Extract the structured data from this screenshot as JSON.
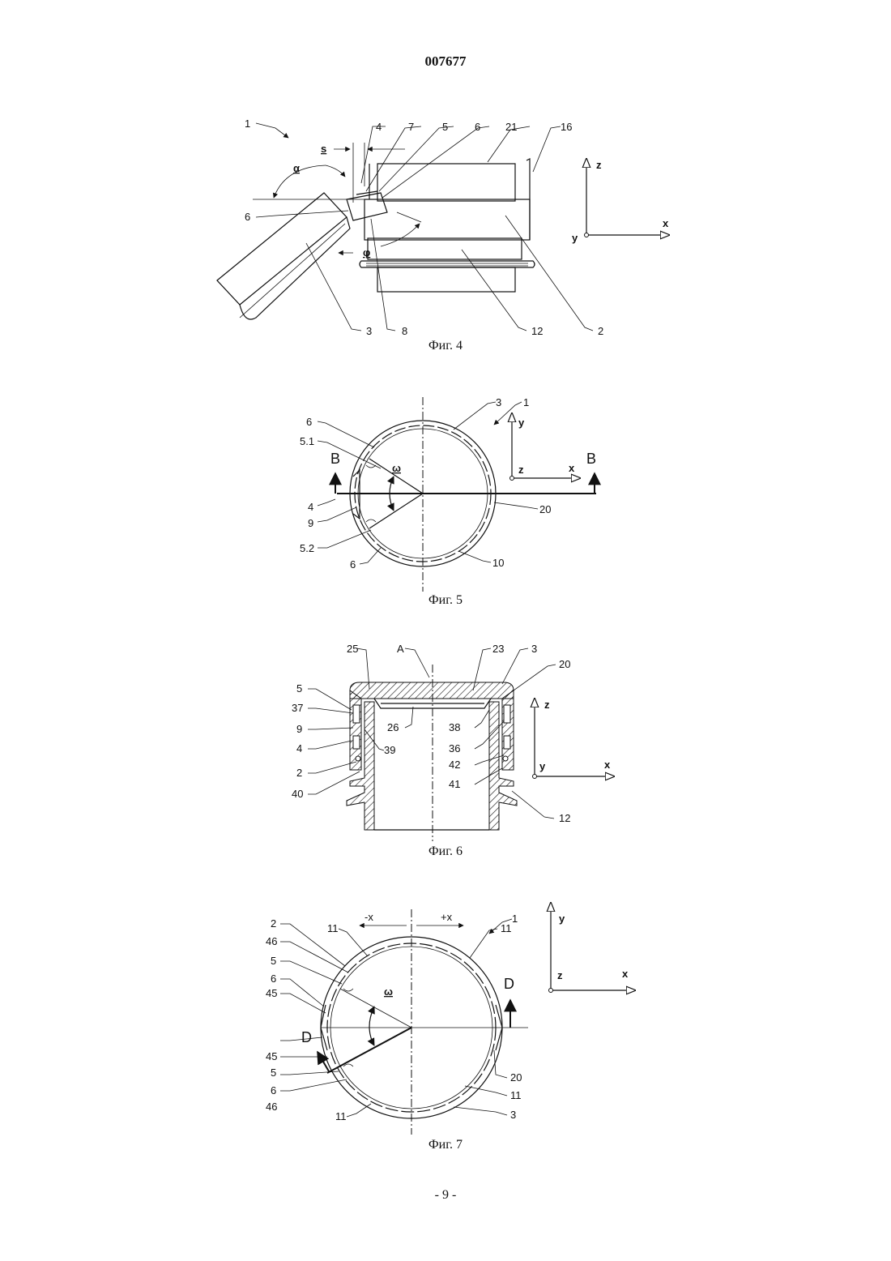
{
  "header": {
    "doc_number": "007677"
  },
  "figures": [
    {
      "caption": "Фиг. 4",
      "labels": [
        "1",
        "4",
        "7",
        "5",
        "6",
        "21",
        "16",
        "s",
        "α",
        "6",
        "φ",
        "3",
        "8",
        "12",
        "2"
      ],
      "axes": [
        "z",
        "y",
        "x"
      ]
    },
    {
      "caption": "Фиг. 5",
      "labels": [
        "3",
        "1",
        "6",
        "5.1",
        "ω",
        "4",
        "9",
        "5.2",
        "6",
        "10",
        "20"
      ],
      "section_marks": [
        "B",
        "B"
      ],
      "axes": [
        "y",
        "z",
        "x"
      ]
    },
    {
      "caption": "Фиг. 6",
      "labels": [
        "25",
        "A",
        "23",
        "3",
        "20",
        "5",
        "37",
        "9",
        "4",
        "2",
        "40",
        "26",
        "39",
        "38",
        "36",
        "42",
        "41",
        "12"
      ],
      "axes": [
        "z",
        "y",
        "x"
      ]
    },
    {
      "caption": "Фиг. 7",
      "labels": [
        "-x",
        "+x",
        "1",
        "2",
        "46",
        "11",
        "11",
        "5",
        "6",
        "45",
        "ω",
        "45",
        "5",
        "6",
        "46",
        "11",
        "20",
        "11",
        "3"
      ],
      "section_marks": [
        "D",
        "D"
      ],
      "axes": [
        "y",
        "z",
        "x"
      ]
    }
  ],
  "footer": {
    "page_number": "- 9 -"
  }
}
